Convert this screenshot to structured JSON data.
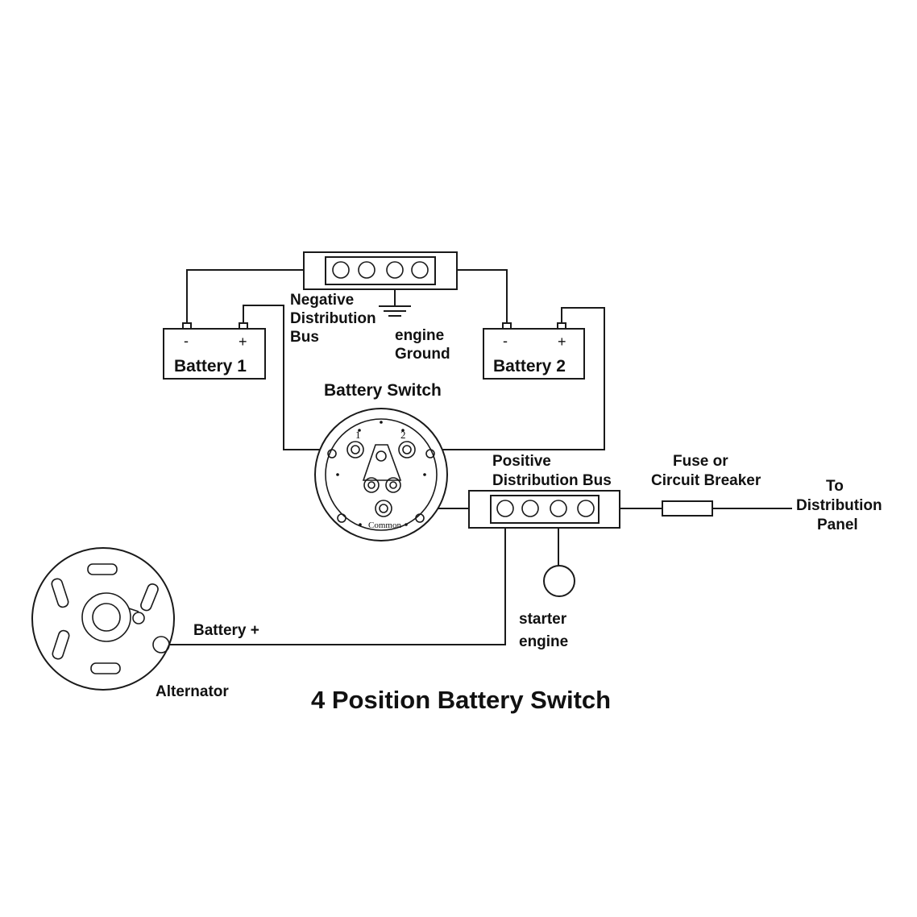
{
  "title": "4 Position Battery Switch",
  "labels": {
    "negative_bus": [
      "Negative",
      "Distribution",
      "Bus"
    ],
    "engine_ground": [
      "engine",
      "Ground"
    ],
    "battery1": "Battery 1",
    "battery2": "Battery 2",
    "battery_switch": "Battery Switch",
    "positive_bus": [
      "Positive",
      "Distribution Bus"
    ],
    "fuse": [
      "Fuse or",
      "Circuit Breaker"
    ],
    "distribution_panel": [
      "To",
      "Distribution",
      "Panel"
    ],
    "battery_plus": "Battery +",
    "starter": [
      "starter",
      "engine"
    ],
    "alternator": "Alternator",
    "switch_terminal_1": "1",
    "switch_terminal_2": "2",
    "switch_common": "Common",
    "terminal_minus": "-",
    "terminal_plus": "+"
  }
}
